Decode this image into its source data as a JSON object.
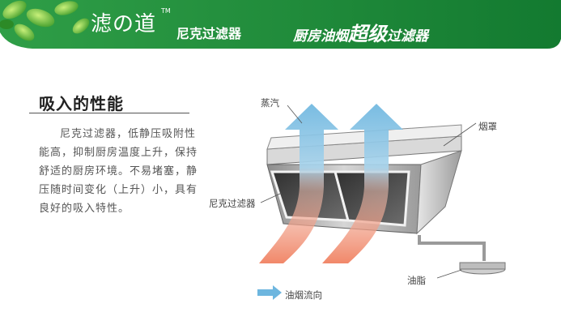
{
  "header": {
    "brand_logo": "滤の道",
    "brand_tm": "TM",
    "brand_sub": "尼克过滤器",
    "tagline_prefix": "厨房油烟",
    "tagline_emphasis": "超级",
    "tagline_suffix": "过滤器"
  },
  "section": {
    "title": "吸入的性能",
    "body": "尼克过滤器，低静压吸附性能高，抑制厨房温度上升，保持舒适的厨房环境。不易堵塞，静压随时间变化（上升）小，具有良好的吸入特性。"
  },
  "diagram": {
    "label_steam": "蒸汽",
    "label_hood": "烟罩",
    "label_filter": "尼克过滤器",
    "label_grease": "油脂",
    "legend_text": "油烟流向"
  },
  "colors": {
    "header_green": "#1f8a3a",
    "arrow_blue": "#6fb9e0",
    "arrow_red": "#f08060",
    "hood_gray": "#b8b8b8"
  }
}
